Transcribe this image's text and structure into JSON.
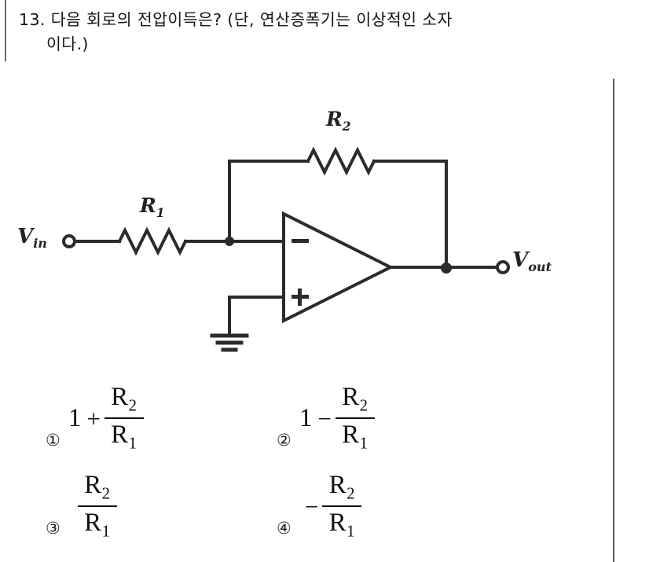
{
  "question": {
    "number": "13.",
    "line1": "다음 회로의 전압이득은? (단, 연산증폭기는 이상적인 소자",
    "line2": "이다.)"
  },
  "circuit": {
    "title": "inverting-operational-amplifier-circuit",
    "input_label": "V",
    "input_subscript": "in",
    "output_label": "V",
    "output_subscript": "out",
    "input_resistor": "R",
    "input_resistor_subscript": "1",
    "feedback_resistor": "R",
    "feedback_resistor_subscript": "2",
    "inverting_input_sign": "−",
    "noninverting_input_sign": "+",
    "ground_symbol": "ground-icon",
    "line_color": "#2b2b2b"
  },
  "choices": [
    {
      "marker": "①",
      "lead": "1",
      "operator": "+",
      "numerator": "R",
      "numerator_sub": "2",
      "denominator": "R",
      "denominator_sub": "1",
      "text": "1 + R2/R1"
    },
    {
      "marker": "②",
      "lead": "1",
      "operator": "−",
      "numerator": "R",
      "numerator_sub": "2",
      "denominator": "R",
      "denominator_sub": "1",
      "text": "1 − R2/R1"
    },
    {
      "marker": "③",
      "lead": "",
      "operator": "",
      "numerator": "R",
      "numerator_sub": "2",
      "denominator": "R",
      "denominator_sub": "1",
      "text": "R2/R1"
    },
    {
      "marker": "④",
      "lead": "",
      "operator": "−",
      "numerator": "R",
      "numerator_sub": "2",
      "denominator": "R",
      "denominator_sub": "1",
      "text": "− R2/R1"
    }
  ]
}
